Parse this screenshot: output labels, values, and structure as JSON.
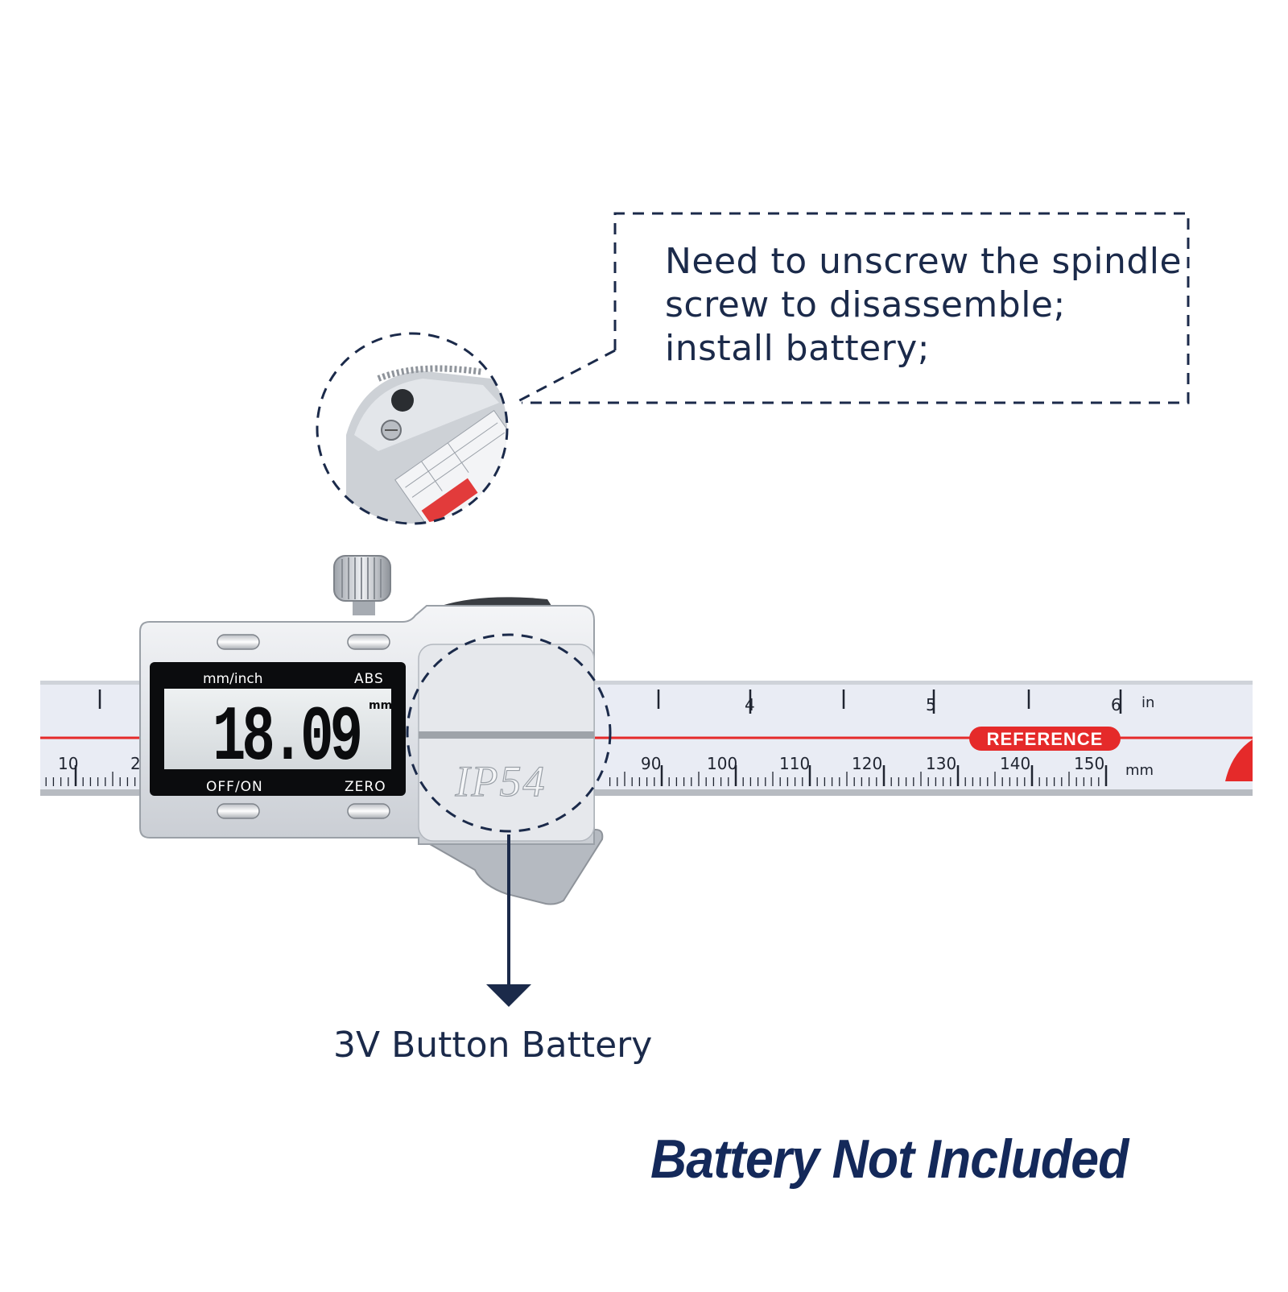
{
  "callout": {
    "lines": [
      "Need to unscrew the spindle",
      "screw to disassemble;",
      "install battery;"
    ]
  },
  "display": {
    "reading": "18.09",
    "unit": "mm",
    "top_left": "mm/inch",
    "top_right": "ABS",
    "bottom_left": "OFF/ON",
    "bottom_right": "ZERO"
  },
  "ip_rating": "IP54",
  "scale": {
    "inch_labels": [
      "4",
      "5",
      "6"
    ],
    "inch_unit": "in",
    "mm_labels": [
      "10",
      "2",
      "90",
      "100",
      "110",
      "120",
      "130",
      "140",
      "150"
    ],
    "mm_unit": "mm",
    "reference_label": "REFERENCE"
  },
  "battery_label": "3V Button Battery",
  "footer": "Battery Not Included",
  "colors": {
    "navy": "#1b2a4a",
    "footer_navy": "#14295a",
    "reference_red": "#e52a2a",
    "ruler_face": "#e9ecf4"
  }
}
